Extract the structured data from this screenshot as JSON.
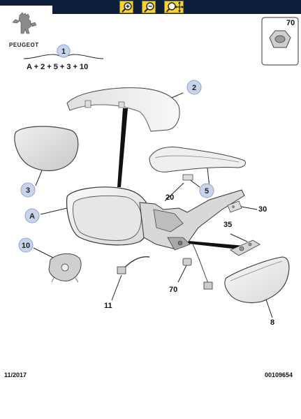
{
  "toolbar": {
    "buttons": [
      {
        "name": "zoom-in",
        "icon": "zoom-in-icon"
      },
      {
        "name": "zoom-out",
        "icon": "zoom-out-icon"
      },
      {
        "name": "zoom-move",
        "icon": "zoom-move-icon"
      }
    ],
    "button_color": "#f6d430",
    "bar_color": "#0d1e3a"
  },
  "brand": {
    "name": "PEUGEOT"
  },
  "formula": "A + 2 + 5 + 3 + 10",
  "callouts": [
    {
      "id": "1",
      "label": "1"
    },
    {
      "id": "2",
      "label": "2"
    },
    {
      "id": "3",
      "label": "3"
    },
    {
      "id": "5",
      "label": "5"
    },
    {
      "id": "A",
      "label": "A"
    },
    {
      "id": "10",
      "label": "10"
    }
  ],
  "parts": [
    {
      "id": "20",
      "label": "20"
    },
    {
      "id": "30",
      "label": "30"
    },
    {
      "id": "35",
      "label": "35"
    },
    {
      "id": "70a",
      "label": "70"
    },
    {
      "id": "70b",
      "label": "70"
    },
    {
      "id": "11",
      "label": "11"
    },
    {
      "id": "8",
      "label": "8"
    }
  ],
  "footer": {
    "date": "11/2017",
    "ref": "00109654"
  },
  "colors": {
    "callout_fill": "#c7d4ec",
    "part_fill": "#eeeeee",
    "line": "#333333"
  }
}
